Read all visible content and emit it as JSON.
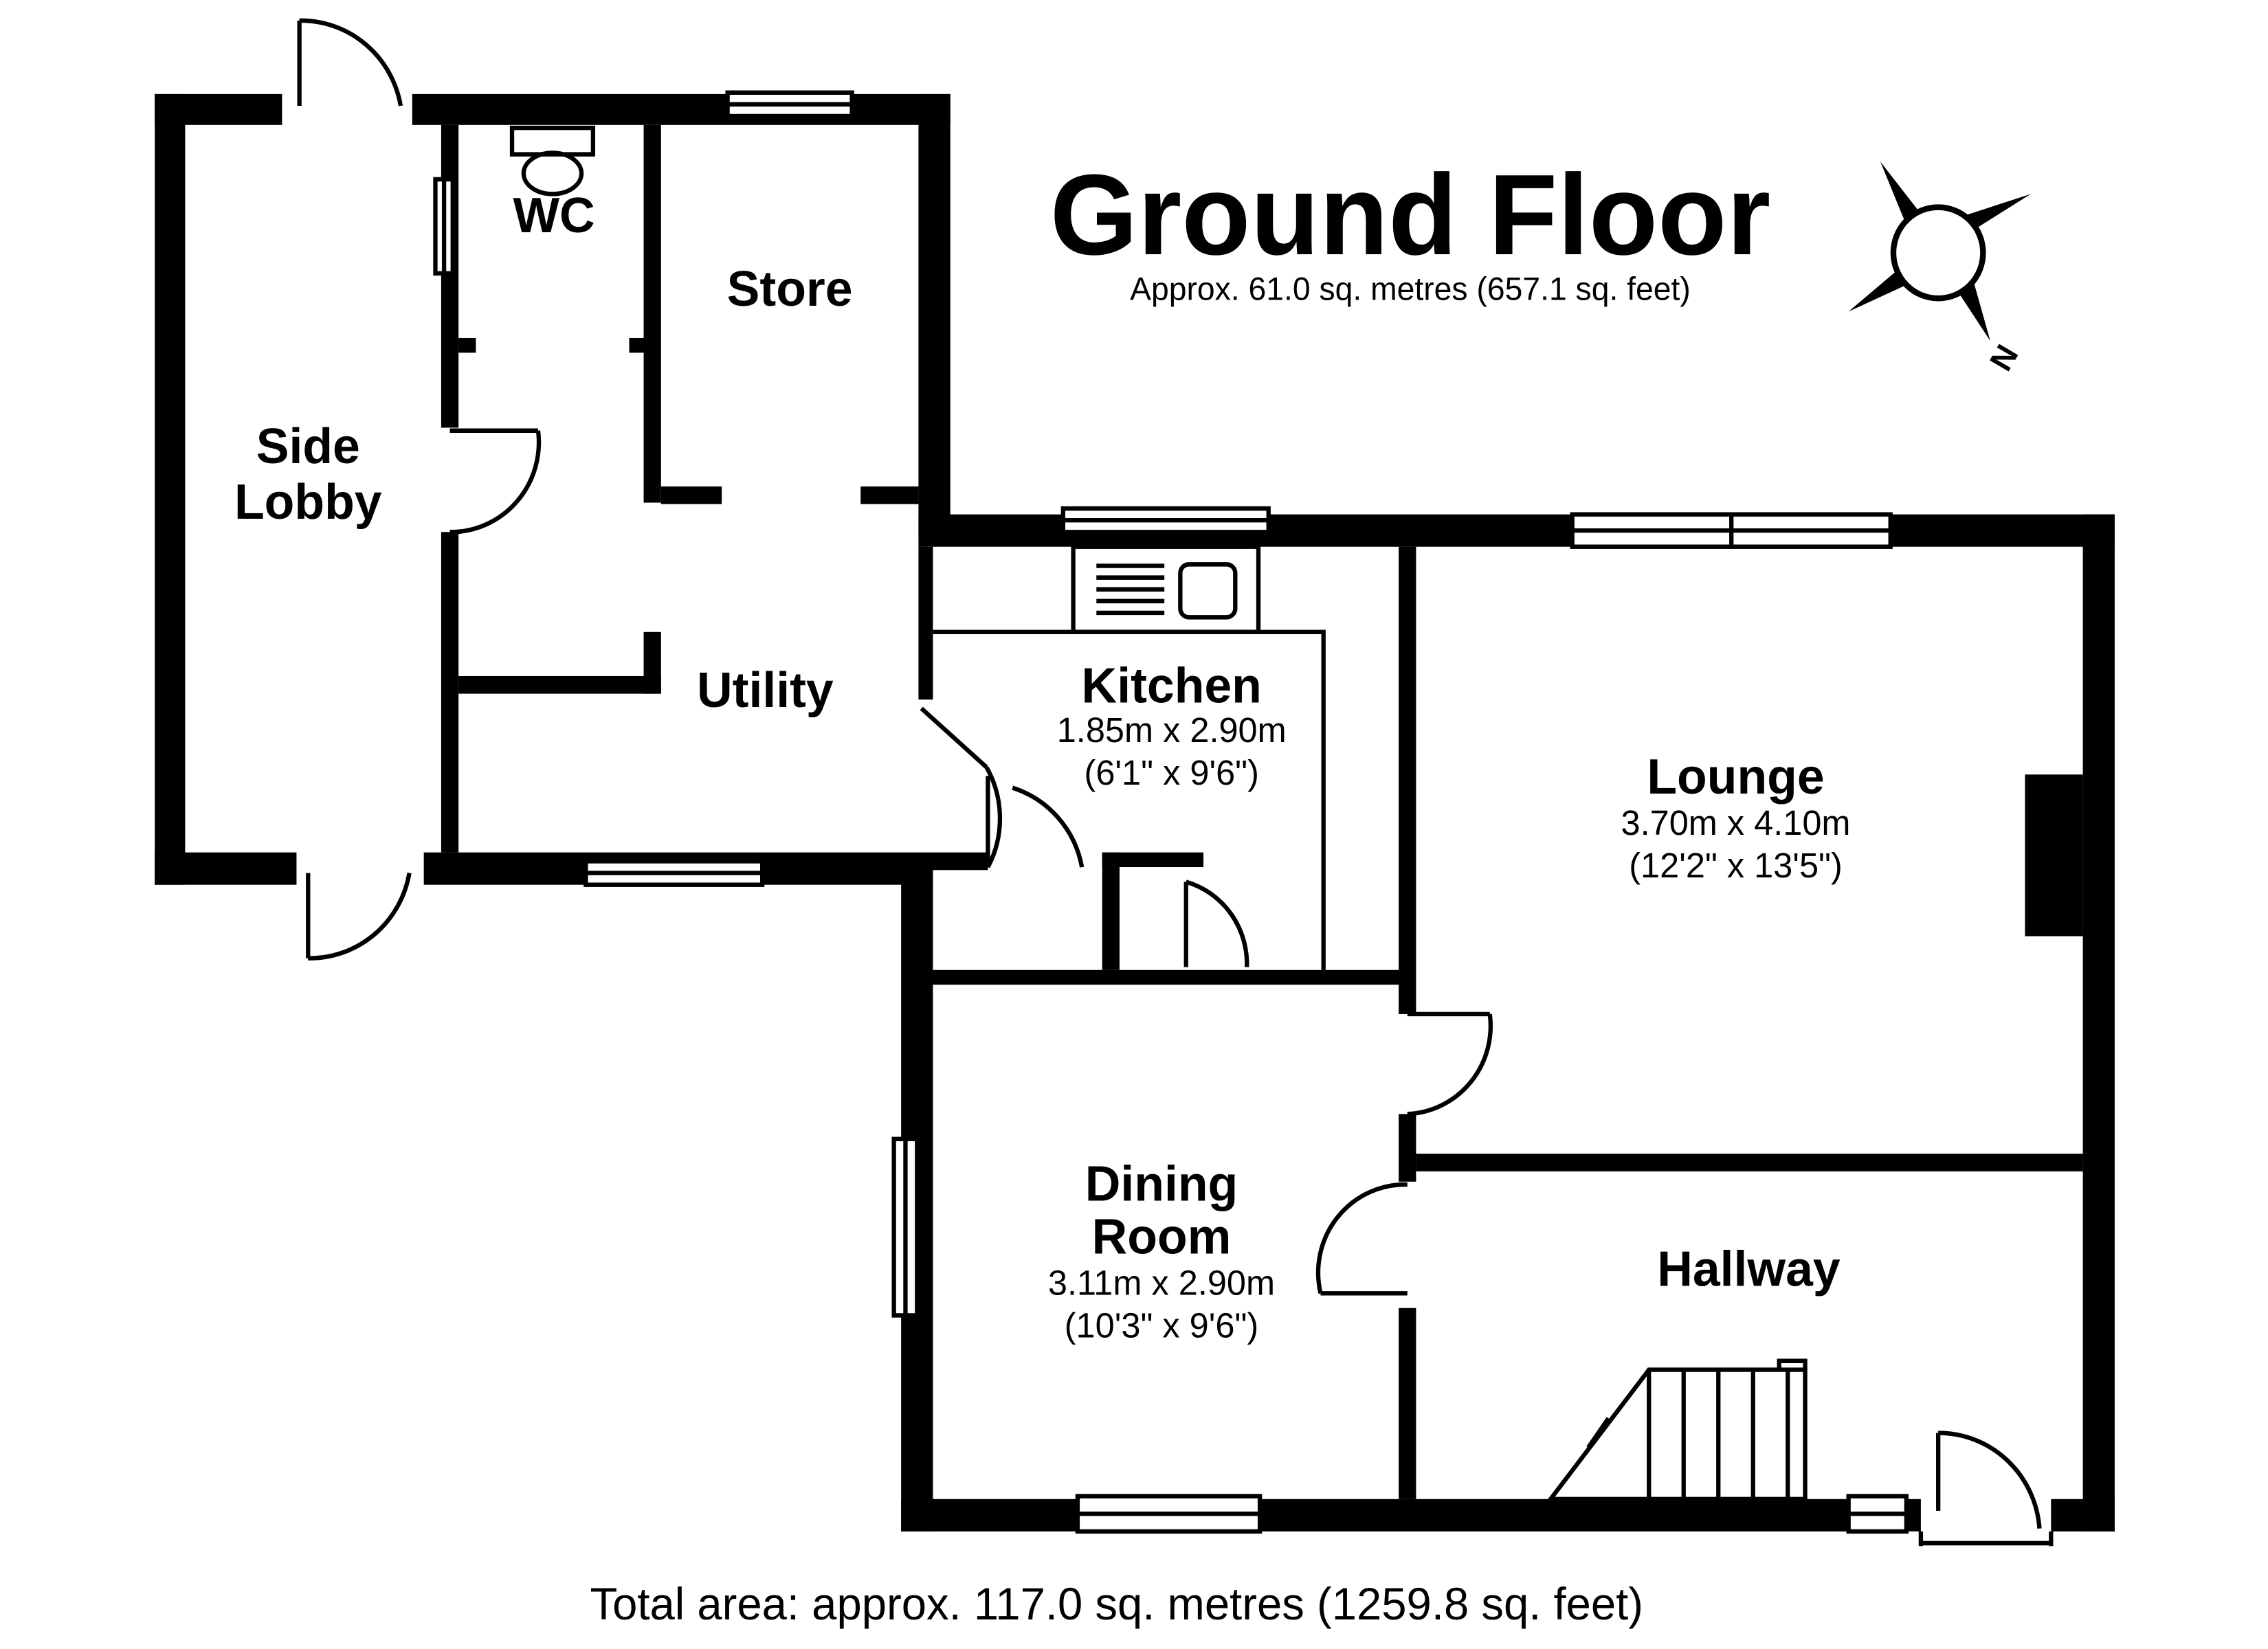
{
  "header": {
    "title": "Ground Floor",
    "area": "Approx. 61.0 sq. metres (657.1 sq. feet)"
  },
  "compass": {
    "north_label": "N"
  },
  "rooms": {
    "wc": {
      "name": "WC"
    },
    "store": {
      "name": "Store"
    },
    "side_lobby": {
      "line1": "Side",
      "line2": "Lobby"
    },
    "utility": {
      "name": "Utility"
    },
    "kitchen": {
      "name": "Kitchen",
      "metric": "1.85m x 2.90m",
      "imperial": "(6'1\" x 9'6\")"
    },
    "lounge": {
      "name": "Lounge",
      "metric": "3.70m x 4.10m",
      "imperial": "(12'2\" x 13'5\")"
    },
    "dining": {
      "line1": "Dining",
      "line2": "Room",
      "metric": "3.11m x 2.90m",
      "imperial": "(10'3\" x 9'6\")"
    },
    "hallway": {
      "name": "Hallway"
    }
  },
  "footer": {
    "total": "Total area: approx. 117.0 sq. metres (1259.8 sq. feet)"
  }
}
